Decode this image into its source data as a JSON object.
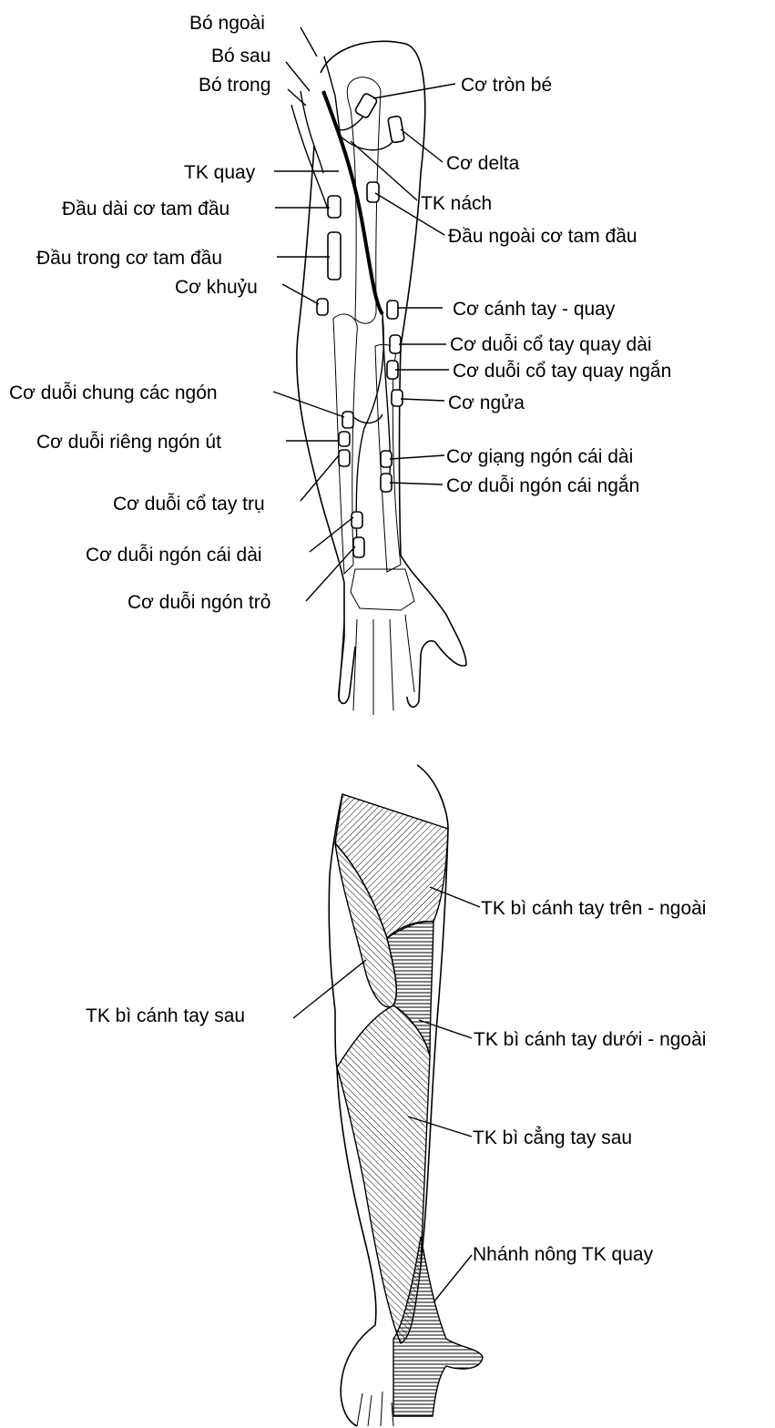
{
  "upper_diagram": {
    "labels": {
      "bo_ngoai": "Bó ngoài",
      "bo_sau": "Bó sau",
      "bo_trong": "Bó trong",
      "co_tron_be": "Cơ tròn bé",
      "co_delta": "Cơ delta",
      "tk_quay": "TK quay",
      "tk_nach": "TK nách",
      "dau_dai_tam_dau": "Đầu dài cơ tam đầu",
      "dau_ngoai_tam_dau": "Đầu ngoài cơ tam đầu",
      "dau_trong_tam_dau": "Đầu trong cơ tam đầu",
      "co_khuyu": "Cơ khuỷu",
      "co_canh_tay_quay": "Cơ cánh tay - quay",
      "co_duoi_co_tay_quay_dai": "Cơ duỗi cổ tay quay dài",
      "co_duoi_co_tay_quay_ngan": "Cơ duỗi cổ tay quay ngắn",
      "co_duoi_chung": "Cơ duỗi chung các ngón",
      "co_ngua": "Cơ ngửa",
      "co_duoi_rieng_ngon_ut": "Cơ duỗi riêng ngón út",
      "co_giang_ngon_cai_dai": "Cơ giạng ngón cái dài",
      "co_duoi_ngon_cai_ngan": "Cơ duỗi ngón cái ngắn",
      "co_duoi_co_tay_tru": "Cơ duỗi cổ tay trụ",
      "co_duoi_ngon_cai_dai": "Cơ duỗi ngón cái dài",
      "co_duoi_ngon_tro": "Cơ duỗi ngón trỏ"
    }
  },
  "lower_diagram": {
    "labels": {
      "tk_bi_canh_tay_tren_ngoai": "TK bì cánh tay trên - ngoài",
      "tk_bi_canh_tay_sau": "TK bì cánh tay sau",
      "tk_bi_canh_tay_duoi_ngoai": "TK bì cánh tay dưới - ngoài",
      "tk_bi_cang_tay_sau": "TK bì cẳng tay sau",
      "nhanh_nong_tk_quay": "Nhánh nông TK quay"
    }
  },
  "colors": {
    "ink": "#000000",
    "background": "#ffffff"
  }
}
